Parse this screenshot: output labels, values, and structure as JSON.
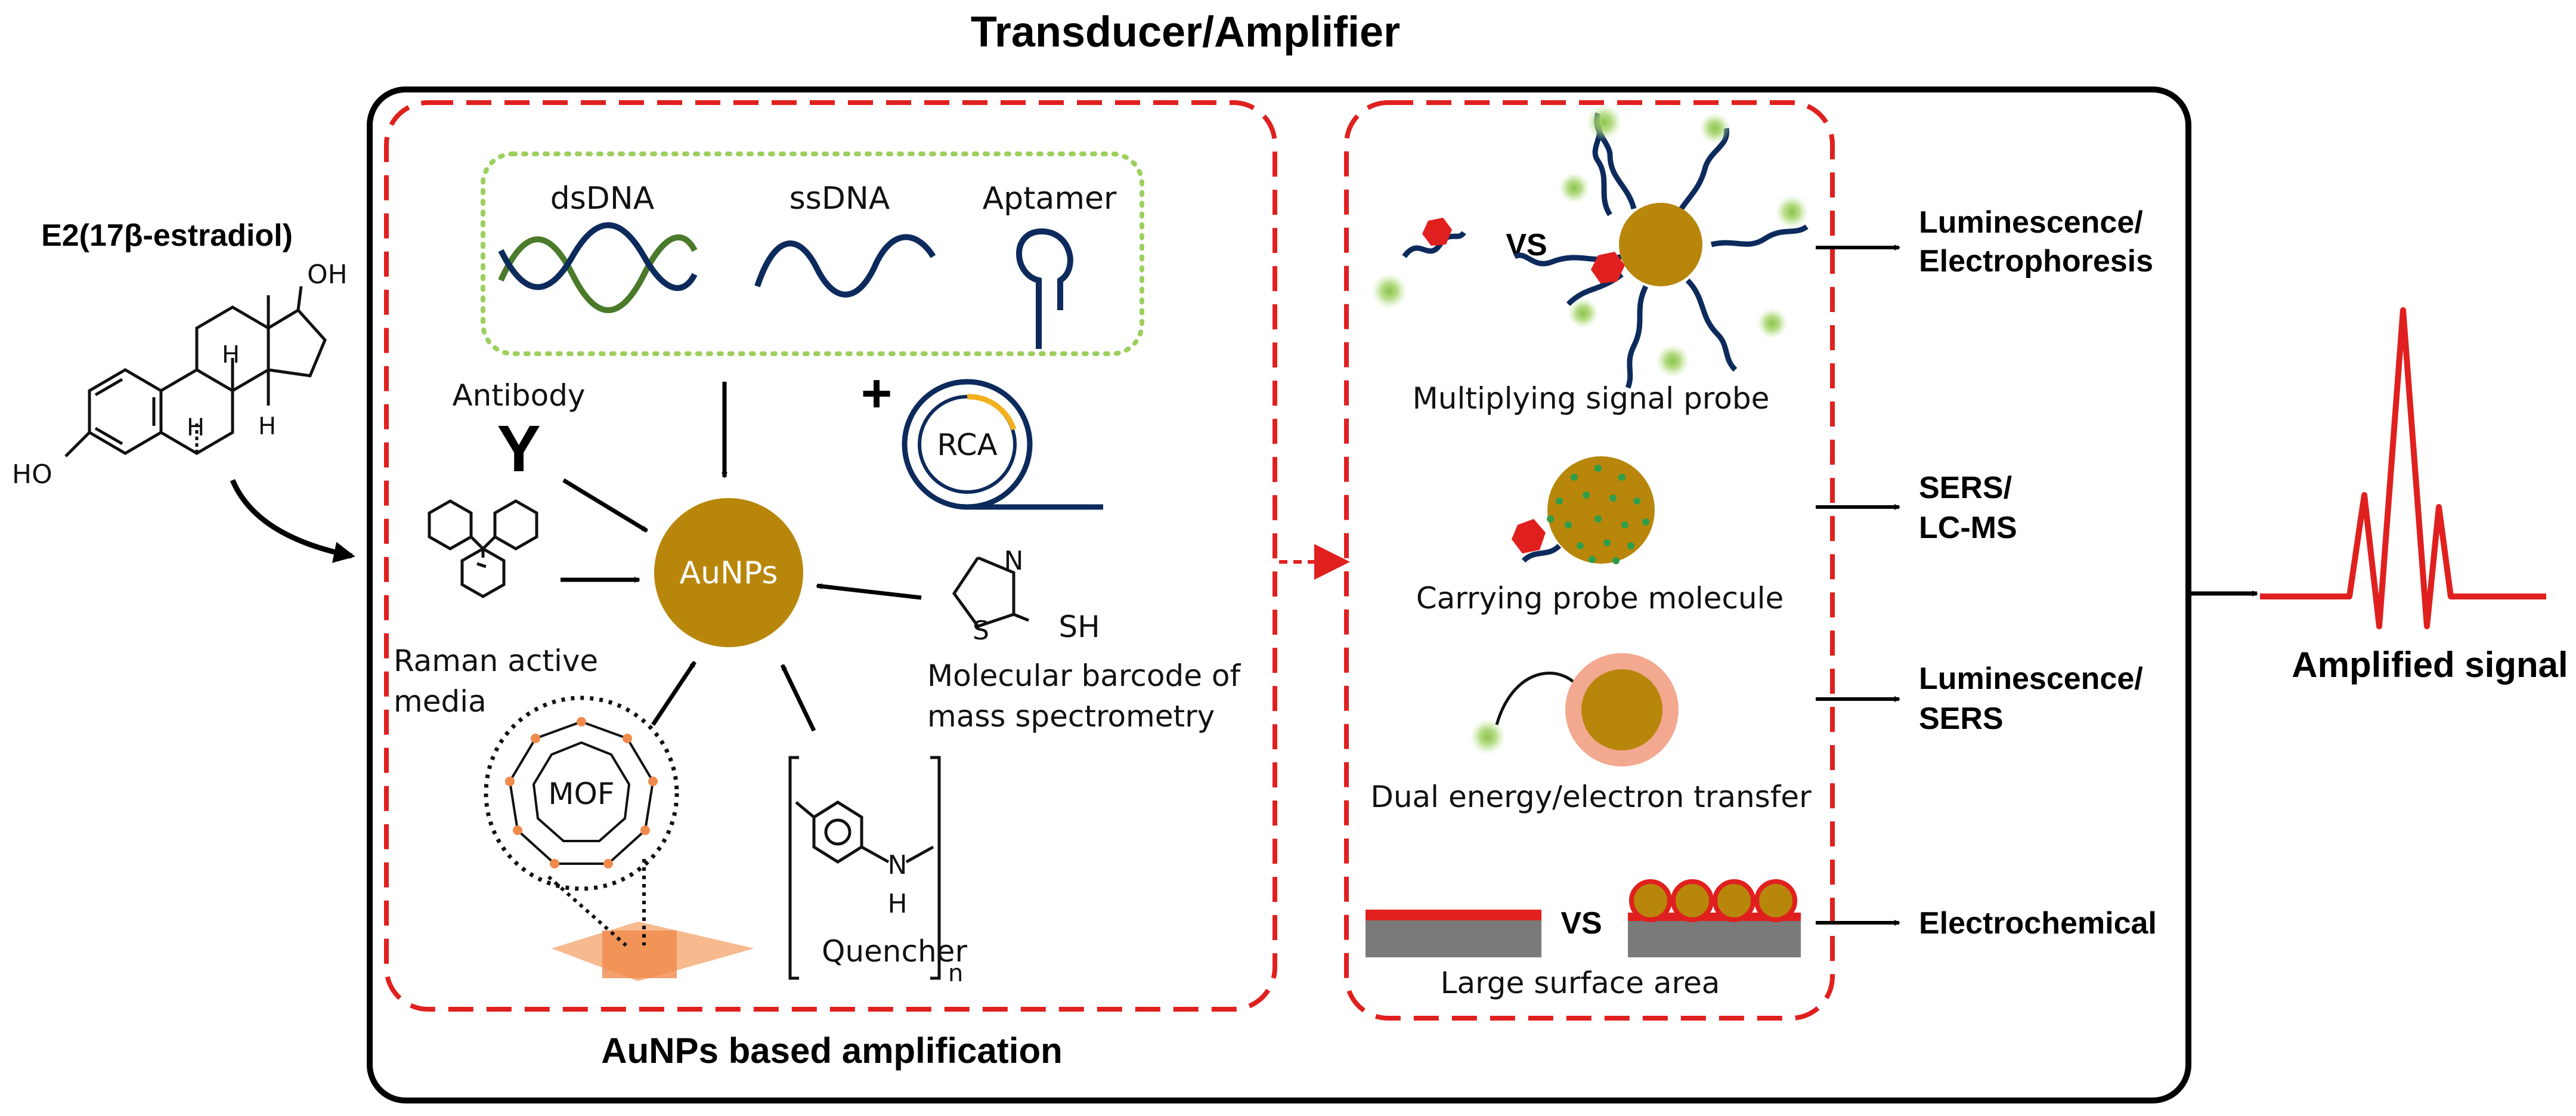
{
  "title": "Transducer/Amplifier",
  "analyte": {
    "name": "E2(17β-estradiol)",
    "oh_top": "OH",
    "ho_left": "HO",
    "h1": "H",
    "h2": "H",
    "h3": "H"
  },
  "left_panel": {
    "caption": "AuNPs based amplification",
    "center": "AuNPs",
    "dsdna": "dsDNA",
    "ssdna": "ssDNA",
    "aptamer": "Aptamer",
    "antibody": "Antibody",
    "antibody_symbol": "Y",
    "plus": "+",
    "rca": "RCA",
    "raman_line1": "Raman active",
    "raman_line2": "media",
    "barcode_n": "N",
    "barcode_s": "S",
    "barcode_sh": "SH",
    "barcode_line1": "Molecular barcode of",
    "barcode_line2": "mass spectrometry",
    "mof": "MOF",
    "quencher": "Quencher",
    "quencher_n": "N",
    "quencher_h": "H",
    "quencher_sub": "n"
  },
  "right_panel": {
    "vs1": "VS",
    "vs2": "VS",
    "probe1": "Multiplying signal probe",
    "probe2": "Carrying probe molecule",
    "probe3": "Dual energy/electron transfer",
    "probe4": "Large surface area"
  },
  "outputs": [
    {
      "line1": "Luminescence/",
      "line2": "Electrophoresis"
    },
    {
      "line1": "SERS/",
      "line2": "LC-MS"
    },
    {
      "line1": "Luminescence/",
      "line2": "SERS"
    },
    {
      "line1": "Electrochemical",
      "line2": ""
    }
  ],
  "signal_label": "Amplified signal",
  "colors": {
    "gold": "#B8860B",
    "red": "#E0201E",
    "green_dots": "#8BC34A",
    "navy": "#0D2A5C",
    "dna_green": "#4A7A2A",
    "orange": "#F08A4B"
  }
}
